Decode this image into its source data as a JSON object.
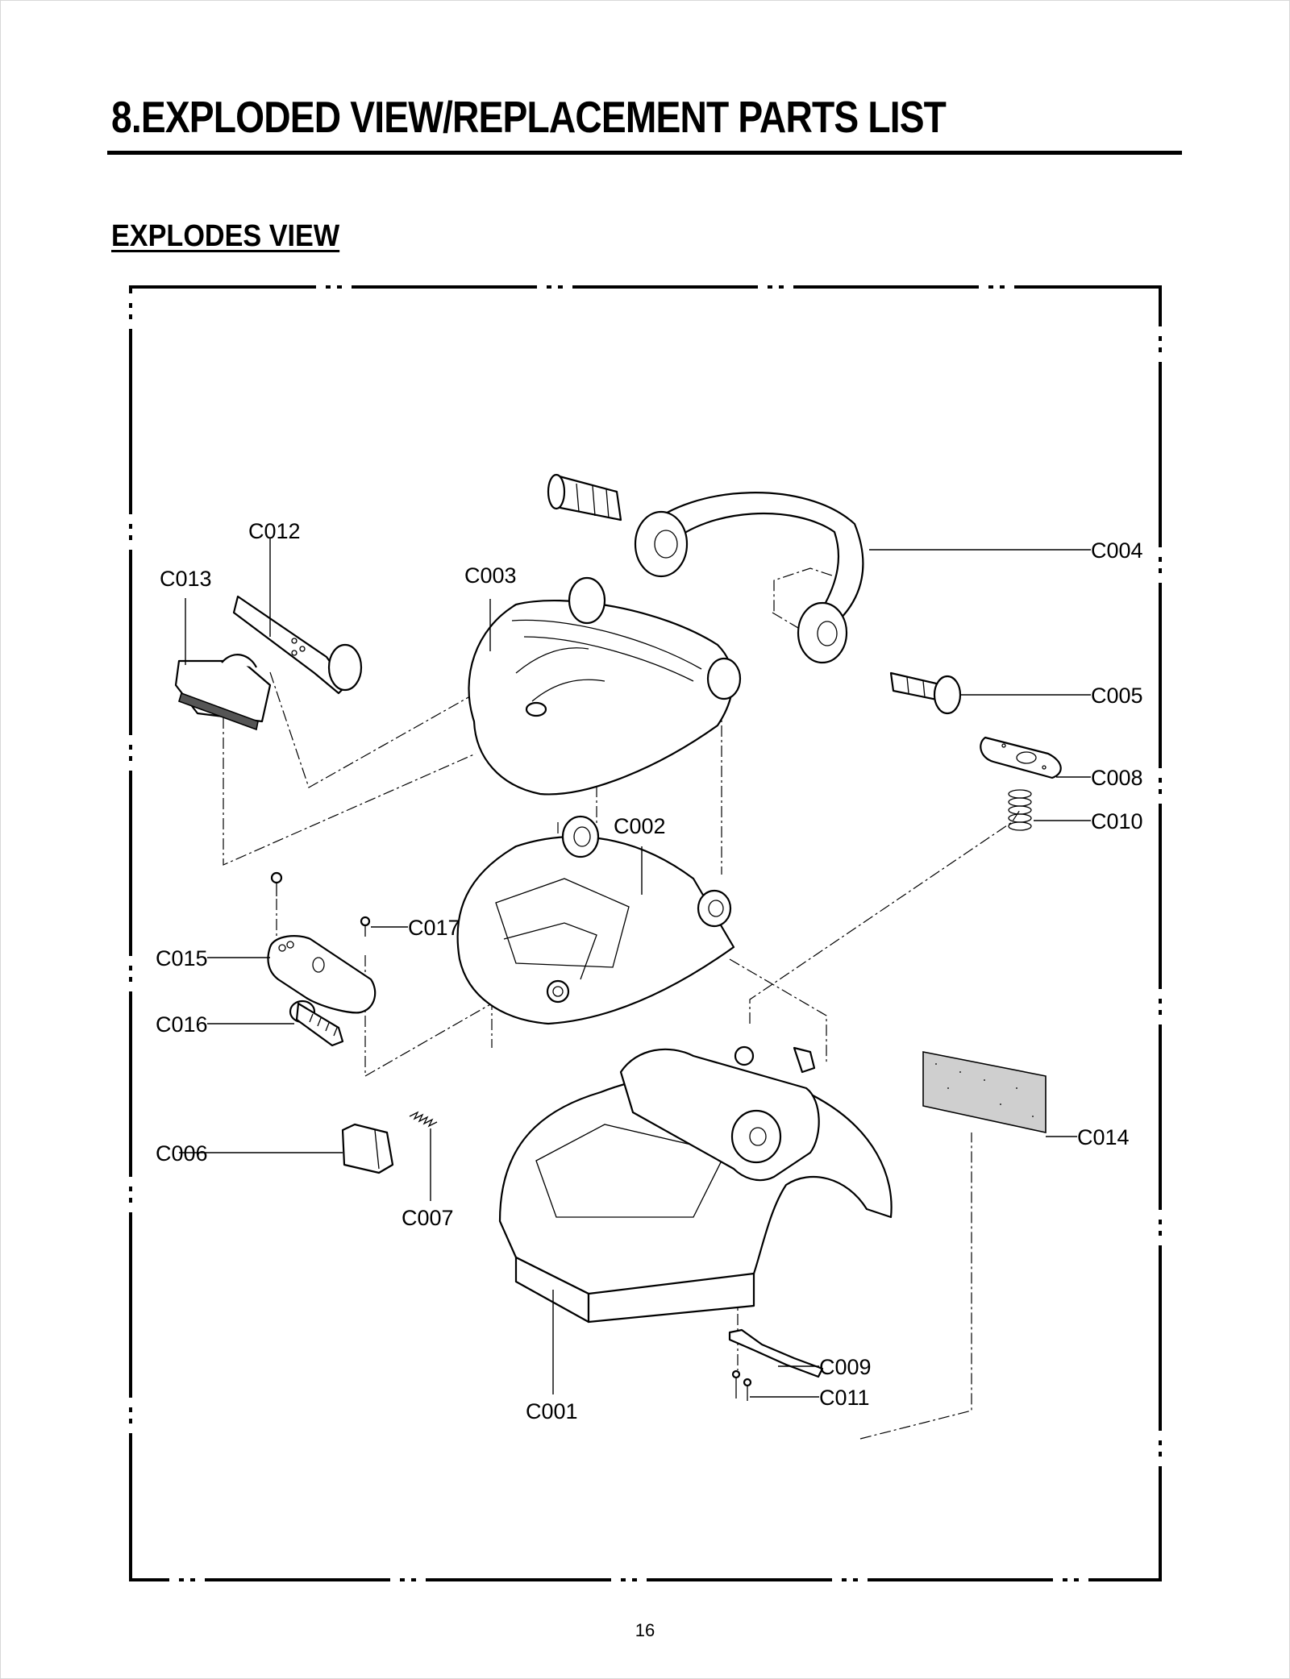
{
  "page": {
    "title": "8.EXPLODED VIEW/REPLACEMENT PARTS LIST",
    "section_title": "EXPLODES VIEW",
    "page_number": "16"
  },
  "diagram": {
    "labels": {
      "c001": "C001",
      "c002": "C002",
      "c003": "C003",
      "c004": "C004",
      "c005": "C005",
      "c006": "C006",
      "c007": "C007",
      "c008": "C008",
      "c009": "C009",
      "c010": "C010",
      "c011": "C011",
      "c012": "C012",
      "c013": "C013",
      "c014": "C014",
      "c015": "C015",
      "c016": "C016",
      "c017": "C017"
    }
  }
}
